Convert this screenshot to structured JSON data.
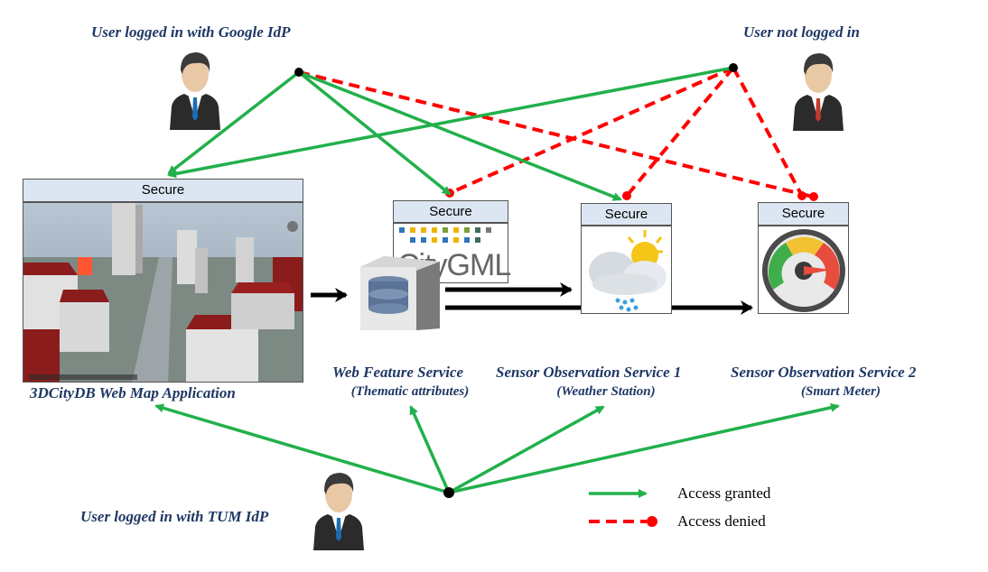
{
  "users": {
    "google": "User logged in with Google IdP",
    "anonymous": "User not logged in",
    "tum": "User logged in with TUM IdP"
  },
  "secure_label": "Secure",
  "services": {
    "webmap": {
      "name": "3DCityDB Web Map Application"
    },
    "wfs": {
      "name": "Web Feature Service",
      "detail": "(Thematic attributes)",
      "logo": "CityGML"
    },
    "sos1": {
      "name": "Sensor Observation Service 1",
      "detail": "(Weather Station)"
    },
    "sos2": {
      "name": "Sensor Observation Service 2",
      "detail": "(Smart Meter)"
    }
  },
  "legend": {
    "granted": "Access granted",
    "denied": "Access denied"
  },
  "colors": {
    "granted": "#22b04b",
    "denied": "#ff0000",
    "label": "#1f3864"
  }
}
